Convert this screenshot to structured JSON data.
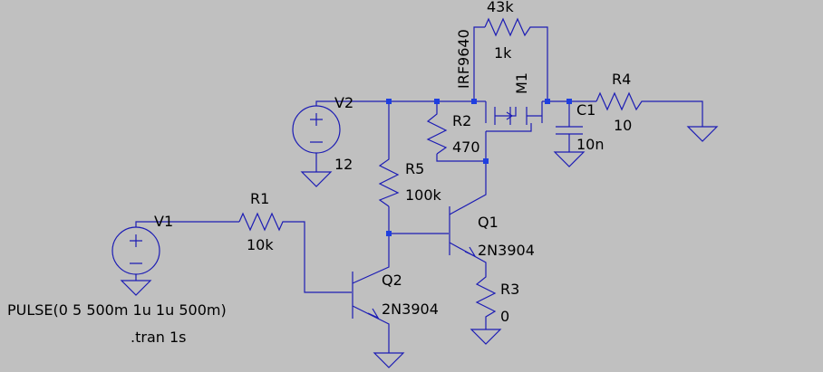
{
  "colors": {
    "background": "#c0c0c0",
    "wire": "#1c1cb4",
    "junction": "#1f3fe0",
    "text": "#000000"
  },
  "components": {
    "v1": {
      "name": "V1",
      "value": "PULSE(0 5 500m 1u 1u 500m)"
    },
    "v2": {
      "name": "V2",
      "value": "12"
    },
    "r1": {
      "name": "R1",
      "value": "10k"
    },
    "r2": {
      "name": "R2",
      "value": "470"
    },
    "r3": {
      "name": "R3",
      "value": "0"
    },
    "r4": {
      "name": "R4",
      "value": "10"
    },
    "r5": {
      "name": "R5",
      "value": "100k"
    },
    "r6": {
      "value_top": "43k",
      "value_bottom": "1k"
    },
    "c1": {
      "name": "C1",
      "value": "10n"
    },
    "q1": {
      "name": "Q1",
      "model": "2N3904"
    },
    "q2": {
      "name": "Q2",
      "model": "2N3904"
    },
    "m1": {
      "name": "M1",
      "model": "IRF9640"
    }
  },
  "directives": {
    "tran": ".tran 1s"
  }
}
